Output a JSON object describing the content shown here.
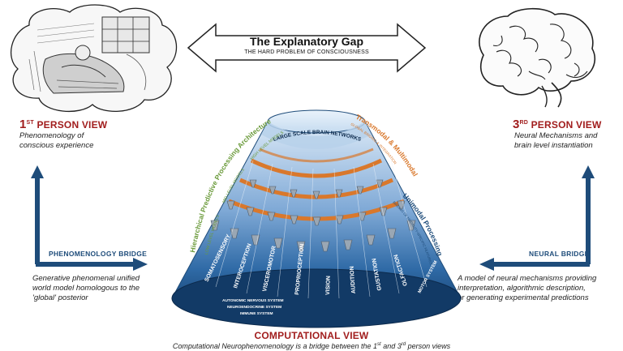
{
  "gap": {
    "title": "The Explanatory Gap",
    "subtitle": "THE HARD PROBLEM OF CONSCIOUSNESS"
  },
  "first_person": {
    "title_num": "1",
    "title_sup": "ST",
    "title_rest": " PERSON VIEW",
    "line1": "Phenomenology of",
    "line2": "conscious experience"
  },
  "third_person": {
    "title_num": "3",
    "title_sup": "RD",
    "title_rest": " PERSON VIEW",
    "line1": "Neural Mechanisms and",
    "line2": "brain level  instantiation"
  },
  "phenomenology_bridge": {
    "label": "PHENOMENOLOGY BRIDGE",
    "line1": "Generative phenomenal unified",
    "line2": "world model homologous to the",
    "line3": "'global' posterior"
  },
  "neural_bridge": {
    "label": "NEURAL BRIDGE",
    "line1": "A model of neural mechanisms providing",
    "line2": "interpretation, algorithmic description,",
    "line3": "or generating experimental predictions"
  },
  "computational": {
    "title": "COMPUTATIONAL VIEW",
    "caption_pre": "Computational Neurophenomenology is a bridge between the 1",
    "caption_sup1": "st",
    "caption_mid": " and 3",
    "caption_sup2": "rd",
    "caption_post": " person views"
  },
  "cone": {
    "top_label": "LARGE SCALE BRAIN NETWORKS",
    "left_arc_title": "Hierarchical Predictive Processing Architecture",
    "left_levels": [
      "LOW LEVEL MODELS",
      "MID LEVEL MODELS",
      "HIGH LEVEL MODELS"
    ],
    "right_arc_title_top": "Transmodal & Multimodal",
    "right_arc_sub_top": "GLOBAL BINDING & INTEGRATION",
    "right_arc_title_bottom": "Unimodal Processing",
    "right_arc_sub_bottom": "BINDING OF MODALITY-SPECIFIC FEATURES",
    "modalities": [
      "SOMATOSENSORY",
      "INTEROCEPTION",
      "VISCEROMOTOR",
      "PROPRIOCEPTION",
      "VISION",
      "AUDITION",
      "GUSTATION",
      "OLFACTION",
      "MOTOR SYSTEM"
    ],
    "systems": [
      "AUTONOMIC NERVOUS SYSTEM",
      "NEUROENDOCRINE SYSTEM",
      "IMMUNE SYSTEM"
    ]
  },
  "colors": {
    "accent_red": "#a11d1d",
    "bridge_blue": "#1e4c7a",
    "green": "#6a9a3a",
    "orange": "#d9782c",
    "cone_dark": "#123a66"
  }
}
